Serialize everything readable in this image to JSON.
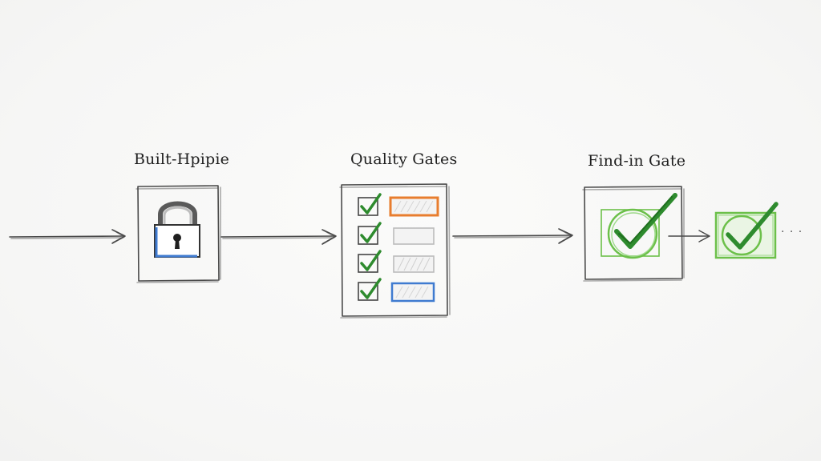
{
  "stages": [
    {
      "label": "Built-Hpipie",
      "icon": "padlock-icon"
    },
    {
      "label": "Quality Gates",
      "icon": "checklist-icon"
    },
    {
      "label": "Find-in Gate",
      "icon": "checkmark-icon"
    }
  ],
  "colors": {
    "pencil": "#4a4a4a",
    "lock_blue": "#3f7bd0",
    "check_green": "#2e8b2e",
    "check_light_green": "#6cc04a",
    "bar_orange": "#e87d2e",
    "bar_blue": "#3f7bd0",
    "bar_gray": "#bcbcbc"
  },
  "checklist_items": [
    {
      "checked": true,
      "bar": "orange"
    },
    {
      "checked": true,
      "bar": "gray"
    },
    {
      "checked": true,
      "bar": "gray"
    },
    {
      "checked": true,
      "bar": "blue"
    }
  ],
  "continuation": "· · ·"
}
